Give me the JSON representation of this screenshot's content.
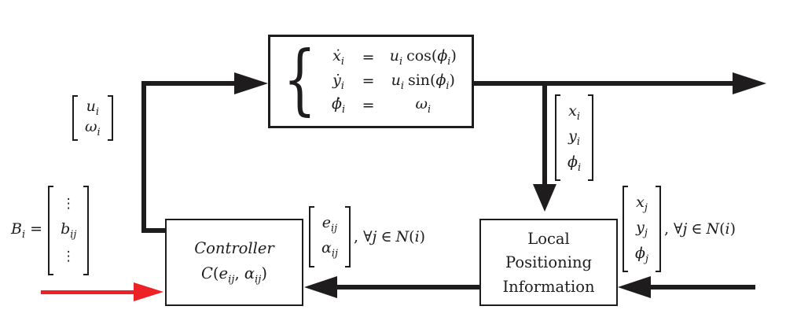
{
  "colors": {
    "ink": "#1e1c1c",
    "red": "#ec2227",
    "bg": "#ffffff"
  },
  "plant": {
    "brace": "{",
    "eq1": {
      "lhs": "ẋ",
      "sub": "i",
      "rel": "=",
      "u": "u",
      "usub": "i",
      "fn": "cos",
      "lp": "(",
      "arg": "ϕ",
      "argsub": "i",
      "rp": ")"
    },
    "eq2": {
      "lhs": "ẏ",
      "sub": "i",
      "rel": "=",
      "u": "u",
      "usub": "i",
      "fn": "sin",
      "lp": "(",
      "arg": "ϕ",
      "argsub": "i",
      "rp": ")"
    },
    "eq3": {
      "lhs": "ϕ̇",
      "sub": "i",
      "rel": "=",
      "rhs": "ω",
      "rhssub": "i"
    }
  },
  "controller": {
    "title": "Controller",
    "fn": "C",
    "lp": "(",
    "arg1": "e",
    "arg1sub": "ij",
    "comma": ", ",
    "arg2": "α",
    "arg2sub": "ij",
    "rp": ")"
  },
  "lpi": {
    "line1": "Local",
    "line2": "Positioning",
    "line3": "Information"
  },
  "input_vector": {
    "r1": "u",
    "r1sub": "i",
    "r2": "ω",
    "r2sub": "i"
  },
  "b_vector": {
    "label": "B",
    "labelsub": "i",
    "eq": " =",
    "dots": "⋮",
    "entry": "b",
    "entrysub": "ij"
  },
  "state_i_vector": {
    "r1": "x",
    "r1sub": "i",
    "r2": "y",
    "r2sub": "i",
    "r3": "ϕ",
    "r3sub": "i"
  },
  "error_vector": {
    "r1": "e",
    "r1sub": "ij",
    "r2": "α",
    "r2sub": "ij"
  },
  "state_j_vector": {
    "r1": "x",
    "r1sub": "j",
    "r2": "y",
    "r2sub": "j",
    "r3": "ϕ",
    "r3sub": "j"
  },
  "qualifier": {
    "pre": ", ∀",
    "j": "j",
    "in": "∈",
    "set": "N",
    "lp": "(",
    "var": "i",
    "rp": ")"
  }
}
